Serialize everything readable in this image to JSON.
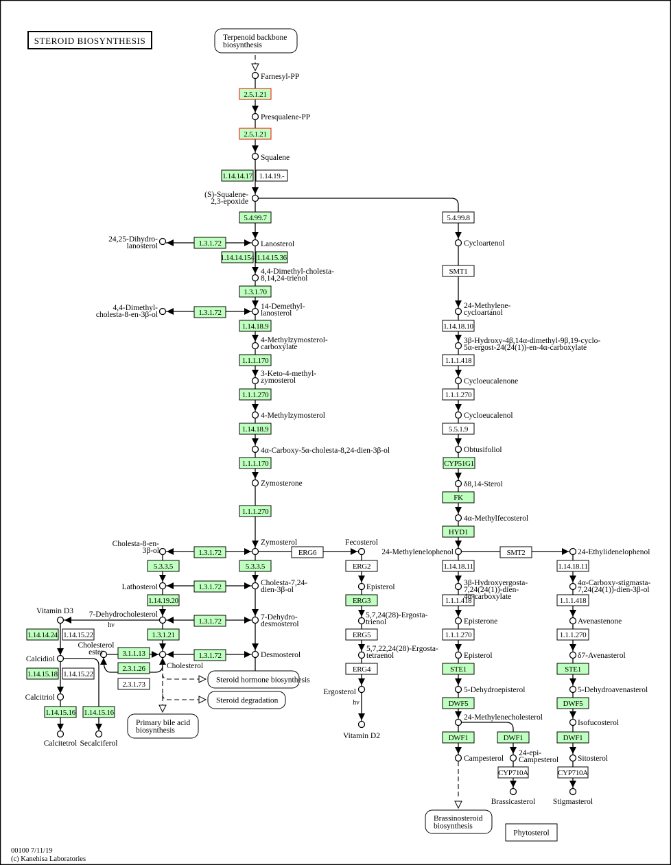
{
  "title": "STEROID BIOSYNTHESIS",
  "footer": {
    "map_id_date": "00100 7/11/19",
    "copyright": "(c) Kanehisa Laboratories"
  },
  "colors": {
    "found": "#bfffbf",
    "not_found": "#ffffff",
    "highlight_text": "#ff0000",
    "line": "#000000"
  },
  "maps": [
    {
      "id": "m_terp",
      "lines": [
        "Terpenoid backbone",
        "biosynthesis"
      ]
    },
    {
      "id": "m_hormone",
      "lines": [
        "Steroid hormone biosynthesis"
      ]
    },
    {
      "id": "m_degr",
      "lines": [
        "Steroid degradation"
      ]
    },
    {
      "id": "m_bile",
      "lines": [
        "Primary bile acid",
        "biosynthesis"
      ]
    },
    {
      "id": "m_brass",
      "lines": [
        "Brassinosteroid",
        "biosynthesis"
      ]
    },
    {
      "id": "m_phyto",
      "lines": [
        "Phytosterol"
      ]
    }
  ],
  "enzymes": [
    {
      "label": "2.5.1.21",
      "found": true,
      "highlight": true
    },
    {
      "label": "2.5.1.21",
      "found": true,
      "highlight": true
    },
    {
      "label": "1.14.14.17",
      "found": true
    },
    {
      "label": "1.14.19.-",
      "found": false
    },
    {
      "label": "5.4.99.7",
      "found": true
    },
    {
      "label": "5.4.99.8",
      "found": false
    },
    {
      "label": "1.3.1.72",
      "found": true
    },
    {
      "label": "1.14.14.154",
      "found": true
    },
    {
      "label": "1.14.15.36",
      "found": true
    },
    {
      "label": "1.3.1.70",
      "found": true
    },
    {
      "label": "1.3.1.72",
      "found": true
    },
    {
      "label": "1.14.18.9",
      "found": true
    },
    {
      "label": "1.1.1.170",
      "found": true
    },
    {
      "label": "1.1.1.270",
      "found": true
    },
    {
      "label": "1.14.18.9",
      "found": true
    },
    {
      "label": "1.1.1.170",
      "found": true
    },
    {
      "label": "1.1.1.270",
      "found": true
    },
    {
      "label": "SMT1",
      "found": false
    },
    {
      "label": "1.14.18.10",
      "found": false
    },
    {
      "label": "1.1.1.418",
      "found": false
    },
    {
      "label": "1.1.1.270",
      "found": false
    },
    {
      "label": "5.5.1.9",
      "found": false
    },
    {
      "label": "CYP51G1",
      "found": true
    },
    {
      "label": "FK",
      "found": true
    },
    {
      "label": "HYD1",
      "found": true
    },
    {
      "label": "1.3.1.72",
      "found": true
    },
    {
      "label": "ERG6",
      "found": false
    },
    {
      "label": "5.3.3.5",
      "found": true
    },
    {
      "label": "5.3.3.5",
      "found": true
    },
    {
      "label": "1.3.1.72",
      "found": true
    },
    {
      "label": "1.14.19.20",
      "found": true
    },
    {
      "label": "1.3.1.72",
      "found": true
    },
    {
      "label": "1.3.1.21",
      "found": true
    },
    {
      "label": "1.3.1.72",
      "found": true
    },
    {
      "label": "3.1.1.13",
      "found": true
    },
    {
      "label": "2.3.1.26",
      "found": true
    },
    {
      "label": "2.3.1.73",
      "found": false
    },
    {
      "label": "1.14.14.24",
      "found": true
    },
    {
      "label": "1.14.15.22",
      "found": false
    },
    {
      "label": "1.14.15.18",
      "found": true
    },
    {
      "label": "1.14.15.22",
      "found": false
    },
    {
      "label": "1.14.15.16",
      "found": true
    },
    {
      "label": "1.14.15.16",
      "found": true
    },
    {
      "label": "ERG2",
      "found": false
    },
    {
      "label": "ERG3",
      "found": true
    },
    {
      "label": "ERG5",
      "found": false
    },
    {
      "label": "ERG4",
      "found": false
    },
    {
      "label": "SMT2",
      "found": false
    },
    {
      "label": "1.14.18.11",
      "found": false
    },
    {
      "label": "1.1.1.418",
      "found": false
    },
    {
      "label": "1.1.1.270",
      "found": false
    },
    {
      "label": "STE1",
      "found": true
    },
    {
      "label": "DWF5",
      "found": true
    },
    {
      "label": "DWF1",
      "found": true
    },
    {
      "label": "DWF1",
      "found": true
    },
    {
      "label": "CYP710A",
      "found": false
    },
    {
      "label": "1.14.18.11",
      "found": false
    },
    {
      "label": "1.1.1.418",
      "found": false
    },
    {
      "label": "1.1.1.270",
      "found": false
    },
    {
      "label": "STE1",
      "found": true
    },
    {
      "label": "DWF5",
      "found": true
    },
    {
      "label": "DWF1",
      "found": true
    },
    {
      "label": "CYP710A",
      "found": false
    }
  ],
  "compounds": [
    {
      "lines": [
        "Farnesyl-PP"
      ]
    },
    {
      "lines": [
        "Presqualene-PP"
      ]
    },
    {
      "lines": [
        "Squalene"
      ]
    },
    {
      "lines": [
        "(S)-Squalene-",
        "2,3-epoxide"
      ]
    },
    {
      "lines": [
        "Lanosterol"
      ]
    },
    {
      "lines": [
        "24,25-Dihydro-",
        "lanosterol"
      ]
    },
    {
      "lines": [
        "4,4-Dimethyl-cholesta-",
        "8,14,24-trienol"
      ]
    },
    {
      "lines": [
        "14-Demethyl-",
        "lanosterol"
      ]
    },
    {
      "lines": [
        "4,4-Dimethyl-",
        "cholesta-8-en-3β-ol"
      ]
    },
    {
      "lines": [
        "4-Methylzymosterol-",
        "carboxylate"
      ]
    },
    {
      "lines": [
        "3-Keto-4-methyl-",
        "zymosterol"
      ]
    },
    {
      "lines": [
        "4-Methylzymosterol"
      ]
    },
    {
      "lines": [
        "4α-Carboxy-5α-cholesta-8,24-dien-3β-ol"
      ]
    },
    {
      "lines": [
        "Zymosterone"
      ]
    },
    {
      "lines": [
        "Zymosterol"
      ]
    },
    {
      "lines": [
        "Cholesta-8-en-",
        "3β-ol"
      ]
    },
    {
      "lines": [
        "Lathosterol"
      ]
    },
    {
      "lines": [
        "Cholesta-7,24-",
        "dien-3β-ol"
      ]
    },
    {
      "lines": [
        "7-Dehydrocholesterol"
      ]
    },
    {
      "lines": [
        "7-Dehydro-",
        "desmosterol"
      ]
    },
    {
      "lines": [
        "Desmosterol"
      ]
    },
    {
      "lines": [
        "Cholesterol"
      ]
    },
    {
      "lines": [
        "Cholesterol",
        "ester"
      ]
    },
    {
      "lines": [
        "Vitamin D3"
      ]
    },
    {
      "lines": [
        "Calcidiol"
      ]
    },
    {
      "lines": [
        "Calcitriol"
      ]
    },
    {
      "lines": [
        "Calcitetrol"
      ]
    },
    {
      "lines": [
        "Secalciferol"
      ]
    },
    {
      "lines": [
        "Cycloartenol"
      ]
    },
    {
      "lines": [
        "24-Methylene-",
        "cycloartanol"
      ]
    },
    {
      "lines": [
        "3β-Hydroxy-4β,14α-dimethyl-9β,19-cyclo-",
        "5α-ergost-24(24(1))-en-4α-carboxylate"
      ]
    },
    {
      "lines": [
        "Cycloeucalenone"
      ]
    },
    {
      "lines": [
        "Cycloeucalenol"
      ]
    },
    {
      "lines": [
        "Obtusifoliol"
      ]
    },
    {
      "lines": [
        "δ8,14-Sterol"
      ]
    },
    {
      "lines": [
        "4α-Methylfecosterol"
      ]
    },
    {
      "lines": [
        "24-Methylenelophenol"
      ]
    },
    {
      "lines": [
        "Fecosterol"
      ]
    },
    {
      "lines": [
        "Episterol"
      ]
    },
    {
      "lines": [
        "5,7,24(28)-Ergosta-",
        "trienol"
      ]
    },
    {
      "lines": [
        "5,7,22,24(28)-Ergosta-",
        "tetraenol"
      ]
    },
    {
      "lines": [
        "Ergosterol"
      ]
    },
    {
      "lines": [
        "Vitamin D2"
      ]
    },
    {
      "lines": [
        "3β-Hydroxyergosta-",
        "7,24(24(1))-dien-",
        "4α-carboxylate"
      ]
    },
    {
      "lines": [
        "Episterone"
      ]
    },
    {
      "lines": [
        "Episterol"
      ]
    },
    {
      "lines": [
        "5-Dehydroepisterol"
      ]
    },
    {
      "lines": [
        "24-Methylenecholesterol"
      ]
    },
    {
      "lines": [
        "Campesterol"
      ]
    },
    {
      "lines": [
        "24-epi-",
        "Campesterol"
      ]
    },
    {
      "lines": [
        "Brassicasterol"
      ]
    },
    {
      "lines": [
        "24-Ethylidenelophenol"
      ]
    },
    {
      "lines": [
        "4α-Carboxy-stigmasta-",
        "7,24(24(1))-dien-3β-ol"
      ]
    },
    {
      "lines": [
        "Avenastenone"
      ]
    },
    {
      "lines": [
        "δ7-Avenasterol"
      ]
    },
    {
      "lines": [
        "5-Dehydroavenasterol"
      ]
    },
    {
      "lines": [
        "Isofucosterol"
      ]
    },
    {
      "lines": [
        "Sitosterol"
      ]
    },
    {
      "lines": [
        "Stigmasterol"
      ]
    }
  ],
  "annotations": [
    {
      "label": "hν"
    },
    {
      "label": "hν"
    }
  ]
}
